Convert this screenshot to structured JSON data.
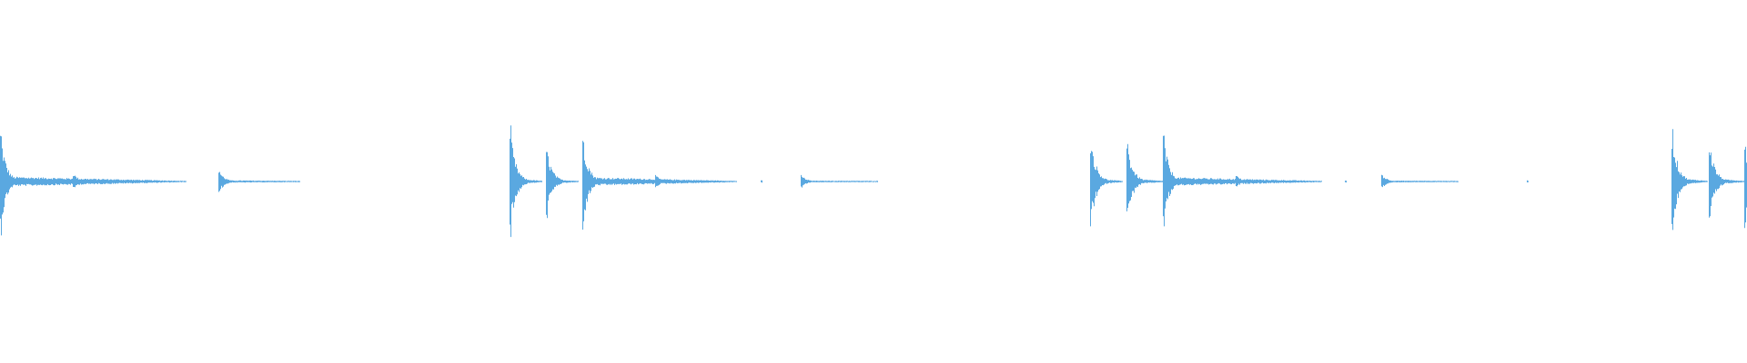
{
  "waveform": {
    "color": "#5aa8e0",
    "background": "#ffffff",
    "duration_units": 1920,
    "peak_amplitude": 1.0,
    "transients": [
      {
        "t": 0,
        "amp": 0.96,
        "tail": 205,
        "decay": 0.92
      },
      {
        "t": 80,
        "amp": 0.16,
        "tail": 40,
        "decay": 0.25
      },
      {
        "t": 240,
        "amp": 0.22,
        "tail": 90,
        "decay": 0.55
      },
      {
        "t": 400,
        "amp": 0.0,
        "tail": 2,
        "decay": 0.0
      },
      {
        "t": 560,
        "amp": 1.0,
        "tail": 36,
        "decay": 0.6
      },
      {
        "t": 600,
        "amp": 0.66,
        "tail": 36,
        "decay": 0.6
      },
      {
        "t": 640,
        "amp": 0.88,
        "tail": 170,
        "decay": 0.85
      },
      {
        "t": 720,
        "amp": 0.12,
        "tail": 40,
        "decay": 0.2
      },
      {
        "t": 836,
        "amp": 0.02,
        "tail": 2,
        "decay": 0.0
      },
      {
        "t": 880,
        "amp": 0.12,
        "tail": 85,
        "decay": 0.45
      },
      {
        "t": 1198,
        "amp": 0.88,
        "tail": 36,
        "decay": 0.6
      },
      {
        "t": 1238,
        "amp": 0.78,
        "tail": 40,
        "decay": 0.65
      },
      {
        "t": 1278,
        "amp": 0.9,
        "tail": 175,
        "decay": 0.85
      },
      {
        "t": 1358,
        "amp": 0.12,
        "tail": 40,
        "decay": 0.2
      },
      {
        "t": 1478,
        "amp": 0.02,
        "tail": 2,
        "decay": 0.0
      },
      {
        "t": 1518,
        "amp": 0.14,
        "tail": 85,
        "decay": 0.45
      },
      {
        "t": 1678,
        "amp": 0.02,
        "tail": 2,
        "decay": 0.0
      },
      {
        "t": 1837,
        "amp": 1.0,
        "tail": 40,
        "decay": 0.65
      },
      {
        "t": 1878,
        "amp": 0.78,
        "tail": 40,
        "decay": 0.65
      },
      {
        "t": 1917,
        "amp": 0.85,
        "tail": 3,
        "decay": 0.8
      }
    ]
  }
}
